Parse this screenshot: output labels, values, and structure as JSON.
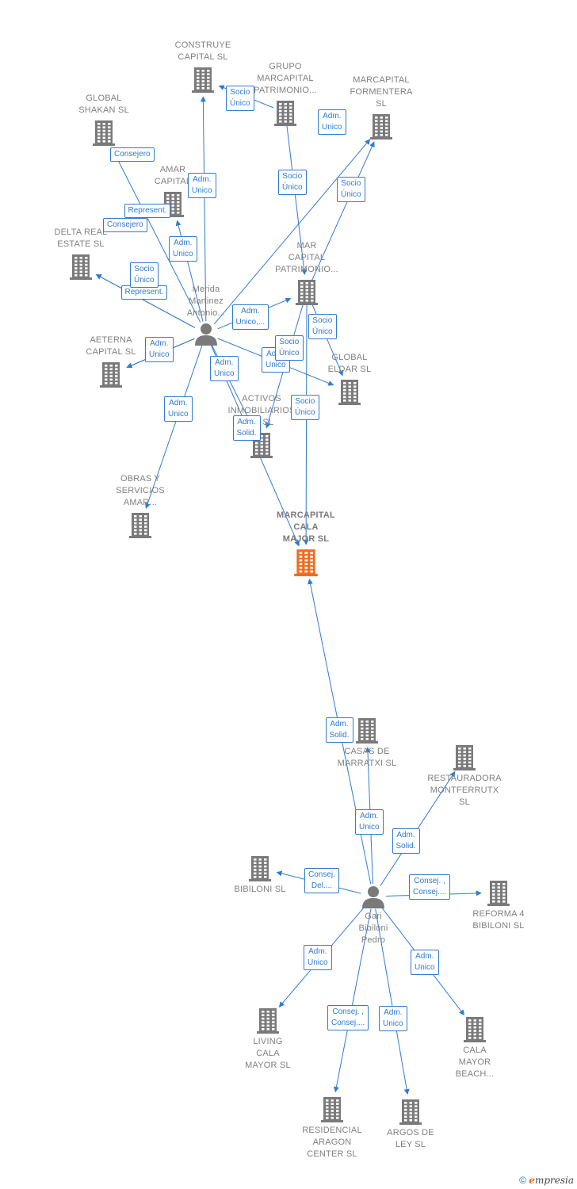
{
  "colors": {
    "edge": "#2f7bd1",
    "building": "#7a7a7a",
    "target_building": "#f26b1d",
    "person": "#7a7a7a",
    "label": "#808080"
  },
  "nodes": [
    {
      "id": "construye",
      "type": "company",
      "label": "CONSTRUYE\nCAPITAL  SL"
    },
    {
      "id": "grupo",
      "type": "company",
      "label": "GRUPO\nMARCAPITAL\nPATRIMONIO..."
    },
    {
      "id": "formentera",
      "type": "company",
      "label": "MARCAPITAL\nFORMENTERA\nSL"
    },
    {
      "id": "shakan",
      "type": "company",
      "label": "GLOBAL\nSHAKAN  SL"
    },
    {
      "id": "amar",
      "type": "company",
      "label": "AMAR\nCAPITAL"
    },
    {
      "id": "delta",
      "type": "company",
      "label": "DELTA REAL\nESTATE SL"
    },
    {
      "id": "marcap",
      "type": "company",
      "label": "MAR\nCAPITAL\nPATRIMONIO..."
    },
    {
      "id": "merida",
      "type": "person",
      "label": "Merida\nMartinez\nAntonio..."
    },
    {
      "id": "aeterna",
      "type": "company",
      "label": "AETERNA\nCAPITAL SL"
    },
    {
      "id": "eldar",
      "type": "company",
      "label": "GLOBAL\nELDAR  SL"
    },
    {
      "id": "activos",
      "type": "company",
      "label": "ACTIVOS\nINMOBILIARIOS\nAL  SL"
    },
    {
      "id": "obras",
      "type": "company",
      "label": "OBRAS Y\nSERVICIOS\nAMAR..."
    },
    {
      "id": "target",
      "type": "target",
      "label": "MARCAPITAL\nCALA\nMAJOR  SL"
    },
    {
      "id": "marratxi",
      "type": "company",
      "label": "CASAS DE\nMARRATXI SL"
    },
    {
      "id": "restauradora",
      "type": "company",
      "label": "RESTAURADORA\nMONTFERRUTX\nSL"
    },
    {
      "id": "biliboni",
      "type": "company",
      "label": "BIBILONI  SL"
    },
    {
      "id": "gari",
      "type": "person",
      "label": "Gari\nBibiloni\nPedro"
    },
    {
      "id": "reforma",
      "type": "company",
      "label": "REFORMA 4\nBIBILONI  SL"
    },
    {
      "id": "living",
      "type": "company",
      "label": "LIVING\nCALA\nMAYOR  SL"
    },
    {
      "id": "beach",
      "type": "company",
      "label": "CALA\nMAYOR\nBEACH..."
    },
    {
      "id": "residencial",
      "type": "company",
      "label": "RESIDENCIAL\nARAGON\nCENTER  SL"
    },
    {
      "id": "argos",
      "type": "company",
      "label": "ARGOS DE\nLEY SL"
    }
  ],
  "edges": [
    {
      "from": "merida",
      "to": "construye",
      "label": "Adm.\nUnico"
    },
    {
      "from": "grupo",
      "to": "construye",
      "label": "Socio\nÚnico"
    },
    {
      "from": "merida",
      "to": "shakan",
      "label": "Consejero"
    },
    {
      "from": "merida",
      "to": "amar",
      "label": "Adm.\nUnico"
    },
    {
      "from": "merida",
      "to": "delta",
      "label": "Consejero"
    },
    {
      "from": "merida",
      "to": "delta",
      "label": "Represent."
    },
    {
      "from": "merida",
      "to": "aeterna",
      "label": "Represent."
    },
    {
      "from": "merida",
      "to": "aeterna",
      "label": "Socio\nÚnico"
    },
    {
      "from": "merida",
      "to": "aeterna",
      "label": "Adm.\nUnico"
    },
    {
      "from": "merida",
      "to": "formentera",
      "label": "Adm.\nUnico"
    },
    {
      "from": "marcap",
      "to": "formentera",
      "label": "Socio\nÚnico"
    },
    {
      "from": "grupo",
      "to": "marcap",
      "label": "Socio\nÚnico"
    },
    {
      "from": "merida",
      "to": "marcap",
      "label": "Adm.\nUnico,..."
    },
    {
      "from": "marcap",
      "to": "eldar",
      "label": "Socio\nÚnico"
    },
    {
      "from": "merida",
      "to": "eldar",
      "label": "Adm.\nUnico"
    },
    {
      "from": "marcap",
      "to": "activos",
      "label": "Socio\nÚnico"
    },
    {
      "from": "merida",
      "to": "activos",
      "label": "Adm.\nUnico"
    },
    {
      "from": "merida",
      "to": "obras",
      "label": "Adm.\nUnico"
    },
    {
      "from": "merida",
      "to": "target",
      "label": "Adm.\nSolid."
    },
    {
      "from": "marcap",
      "to": "target",
      "label": "Socio\nÚnico"
    },
    {
      "from": "gari",
      "to": "target",
      "label": "Adm.\nSolid."
    },
    {
      "from": "gari",
      "to": "marratxi",
      "label": "Adm.\nUnico"
    },
    {
      "from": "gari",
      "to": "restauradora",
      "label": "Adm.\nSolid."
    },
    {
      "from": "gari",
      "to": "biliboni",
      "label": "Consej.\nDel...."
    },
    {
      "from": "gari",
      "to": "reforma",
      "label": "Consej. ,\nConsej...."
    },
    {
      "from": "gari",
      "to": "living",
      "label": "Adm.\nUnico"
    },
    {
      "from": "gari",
      "to": "beach",
      "label": "Adm.\nUnico"
    },
    {
      "from": "gari",
      "to": "residencial",
      "label": "Consej. ,\nConsej...."
    },
    {
      "from": "gari",
      "to": "argos",
      "label": "Adm.\nUnico"
    }
  ],
  "footer": {
    "copyright": "©",
    "brand": "mpresia",
    "brand_initial": "e"
  }
}
